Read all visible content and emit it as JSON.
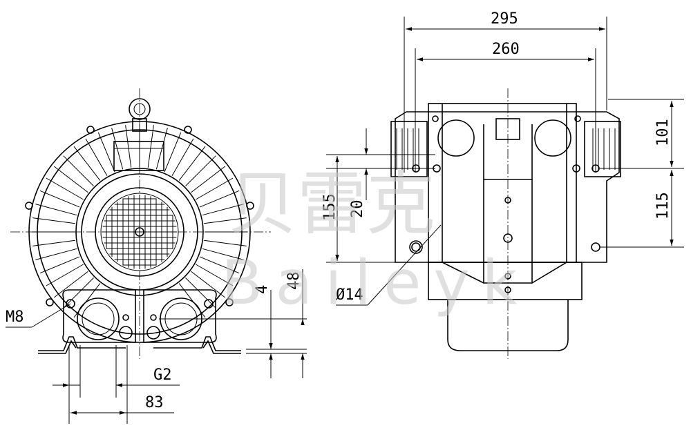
{
  "watermark": {
    "cn": "贝雷克",
    "en": "Baileyk"
  },
  "dimensions": {
    "front": {
      "m8": "M8",
      "four": "4",
      "forty_eight": "48",
      "g2": "G2",
      "eighty_three": "83"
    },
    "side": {
      "d295": "295",
      "d260": "260",
      "d155": "155",
      "d20": "20",
      "d101": "101",
      "d115": "115",
      "dia14": "Ø14"
    }
  }
}
